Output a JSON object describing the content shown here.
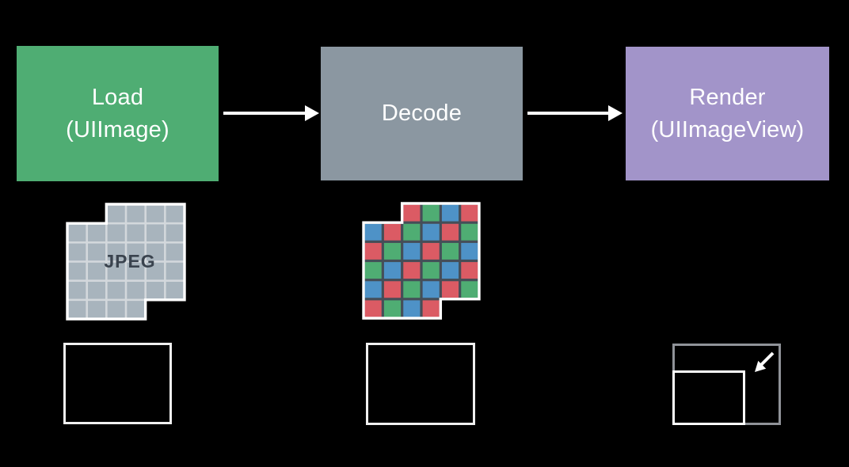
{
  "slide": {
    "background": "#000000"
  },
  "pipeline": {
    "stages": [
      {
        "id": "load",
        "label": "Load\n(UIImage)",
        "color": "#4FAD73",
        "text_color": "#FFFFFF"
      },
      {
        "id": "decode",
        "label": "Decode",
        "color": "#8B97A1",
        "text_color": "#FFFFFF"
      },
      {
        "id": "render",
        "label": "Render\n(UIImageView)",
        "color": "#A294C9",
        "text_color": "#FFFFFF"
      }
    ],
    "arrow_color": "#FFFFFF"
  },
  "jpeg_icon": {
    "label": "JPEG",
    "label_color": "#3A434E",
    "cell_color": "#A8B4BD",
    "grid_line_color": "#D3D8DC",
    "border_color": "#FFFFFF",
    "rows": [
      {
        "offset": 2,
        "count": 4
      },
      {
        "offset": 0,
        "count": 6
      },
      {
        "offset": 0,
        "count": 6
      },
      {
        "offset": 0,
        "count": 6
      },
      {
        "offset": 0,
        "count": 6
      },
      {
        "offset": 0,
        "count": 4
      }
    ]
  },
  "bitmap_icon": {
    "palette": {
      "R": "#DB5B64",
      "G": "#4FAD73",
      "B": "#4E92C7"
    },
    "grid_line_color": "#454E58",
    "border_color": "#FFFFFF",
    "rows": [
      {
        "offset": 2,
        "cells": [
          "R",
          "G",
          "B",
          "R"
        ]
      },
      {
        "offset": 0,
        "cells": [
          "B",
          "R",
          "G",
          "B",
          "R",
          "G"
        ]
      },
      {
        "offset": 0,
        "cells": [
          "R",
          "G",
          "B",
          "R",
          "G",
          "B"
        ]
      },
      {
        "offset": 0,
        "cells": [
          "G",
          "B",
          "R",
          "G",
          "B",
          "R"
        ]
      },
      {
        "offset": 0,
        "cells": [
          "B",
          "R",
          "G",
          "B",
          "R",
          "G"
        ]
      },
      {
        "offset": 0,
        "cells": [
          "R",
          "G",
          "B",
          "R"
        ]
      }
    ]
  },
  "frames": {
    "load_frame": {
      "border_color": "#F0F0F0"
    },
    "decode_frame": {
      "border_color": "#F0F0F0"
    },
    "render_frame": {
      "outer_border_color": "#909399",
      "inner_border_color": "#FFFFFF",
      "arrow_color": "#FFFFFF"
    }
  }
}
